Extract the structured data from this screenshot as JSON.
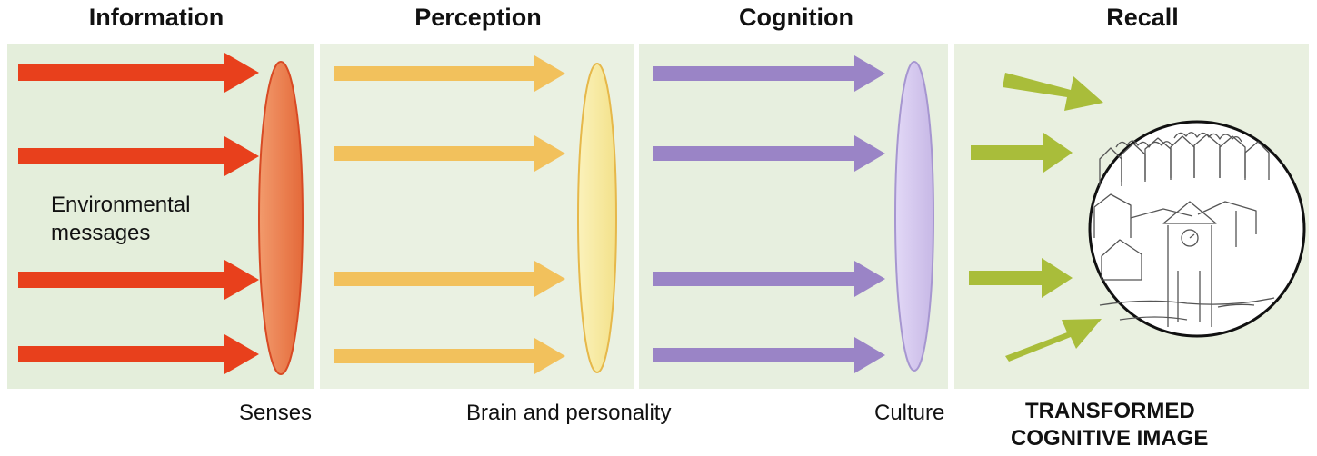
{
  "stages": {
    "information": "Information",
    "perception": "Perception",
    "cognition": "Cognition",
    "recall": "Recall"
  },
  "env_messages": [
    "Environmental",
    "messages"
  ],
  "captions": {
    "senses": "Senses",
    "brain": "Brain and personality",
    "culture": "Culture"
  },
  "result": [
    "TRANSFORMED",
    "COGNITIVE IMAGE"
  ],
  "colors": {
    "information_arrow": "#e8401c",
    "senses_lens": "#ec8050",
    "perception_arrow": "#f2c15c",
    "brain_lens": "#f6e9a0",
    "cognition_arrow": "#9a84c6",
    "culture_lens": "#d4c8ee",
    "recall_arrow": "#a9bd3a",
    "band": "#e6efdf"
  }
}
